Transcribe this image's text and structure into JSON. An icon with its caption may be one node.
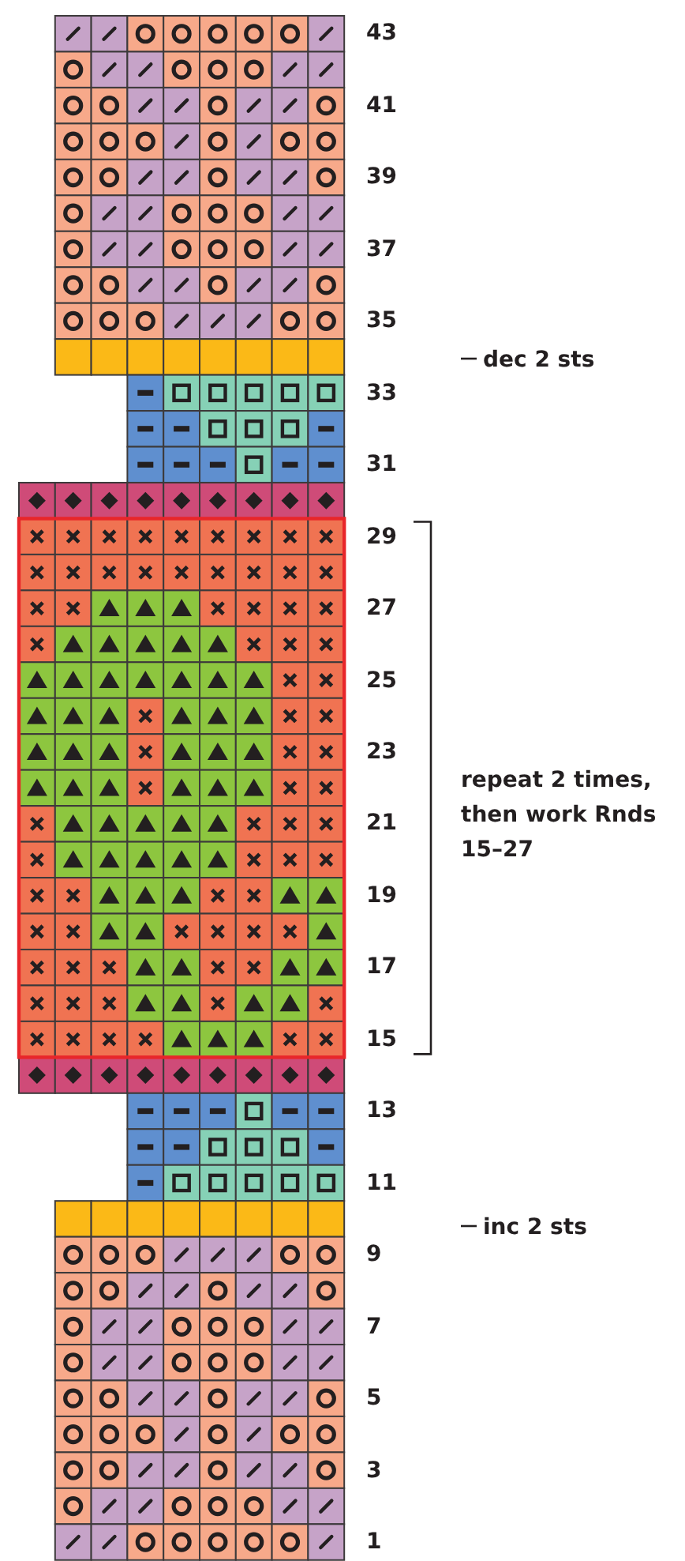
{
  "diagram": {
    "labels": [
      "43",
      "41",
      "39",
      "37",
      "35",
      "dec 2 sts",
      "33",
      "31",
      "29",
      "27",
      "25",
      "23",
      "repeat 2 times, then work Rnds 15–27",
      "21",
      "19",
      "17",
      "15",
      "13",
      "11",
      "inc 2 sts",
      "9",
      "7",
      "5",
      "3",
      "1"
    ]
  }
}
